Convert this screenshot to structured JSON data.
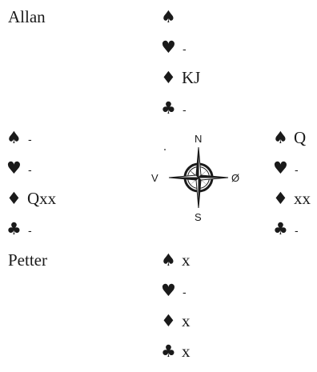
{
  "north_label": "Allan",
  "south_label": "Petter",
  "compass": {
    "n": "N",
    "s": "S",
    "w": "V",
    "e": "Ø"
  },
  "suits": {
    "spade": "♠",
    "heart": "♥",
    "diamond": "♦",
    "club": "♣"
  },
  "north": {
    "spades": "",
    "hearts": "-",
    "diamonds": "KJ",
    "clubs": "-"
  },
  "west": {
    "spades": "-",
    "hearts": "-",
    "diamonds": "Qxx",
    "clubs": "-"
  },
  "east": {
    "spades": "Q",
    "hearts": "-",
    "diamonds": "xx",
    "clubs": "-"
  },
  "south": {
    "spades": "x",
    "hearts": "-",
    "diamonds": "x",
    "clubs": "x"
  }
}
